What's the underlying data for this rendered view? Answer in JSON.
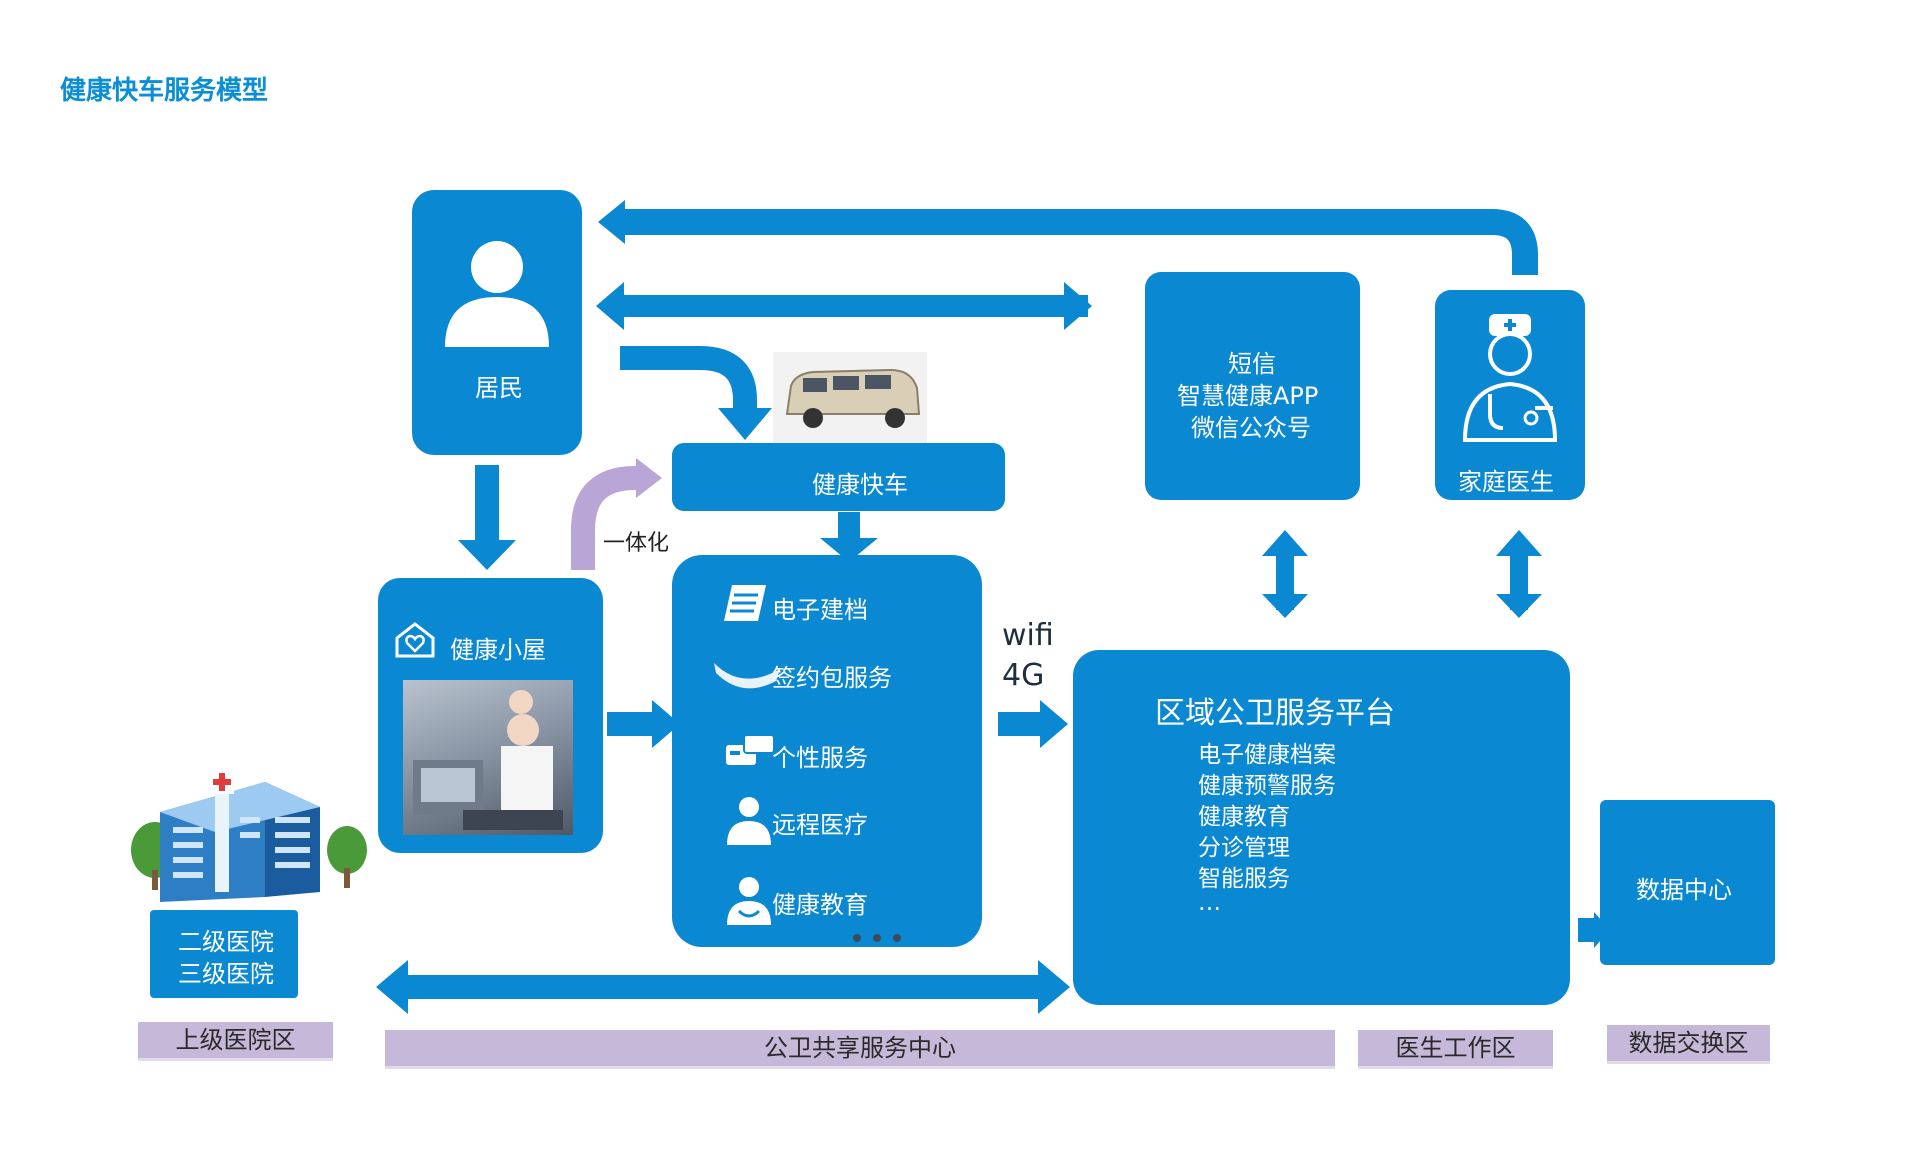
{
  "title": "健康快车服务模型",
  "resident": {
    "label": "居民"
  },
  "health_car": {
    "label": "健康快车"
  },
  "integration_label": "一体化",
  "health_hut": {
    "label": "健康小屋"
  },
  "services": [
    {
      "label": "电子建档",
      "icon": "document-icon"
    },
    {
      "label": "签约包服务",
      "icon": "handshake-icon"
    },
    {
      "label": "个性服务",
      "icon": "card-icon"
    },
    {
      "label": "远程医疗",
      "icon": "remote-doctor-icon"
    },
    {
      "label": "健康教育",
      "icon": "education-icon"
    }
  ],
  "network": {
    "line1": "wifi",
    "line2": "4G"
  },
  "channels": {
    "line1": "短信",
    "line2": "智慧健康APP",
    "line3": "微信公众号"
  },
  "family_doctor": {
    "label": "家庭医生"
  },
  "platform": {
    "title": "区域公卫服务平台",
    "items": [
      "电子健康档案",
      "健康预警服务",
      "健康教育",
      "分诊管理",
      "智能服务",
      "…"
    ]
  },
  "hospital": {
    "line1": "二级医院",
    "line2": "三级医院"
  },
  "data_center": {
    "label": "数据中心"
  },
  "zones": {
    "hospital_zone": "上级医院区",
    "shared_center": "公卫共享服务中心",
    "doctor_zone": "医生工作区",
    "exchange_zone": "数据交换区"
  },
  "colors": {
    "primary": "#0a88d2",
    "title": "#0a8fd6",
    "purple_arrow": "#b9a6d6",
    "band": "#c6b8d8"
  }
}
